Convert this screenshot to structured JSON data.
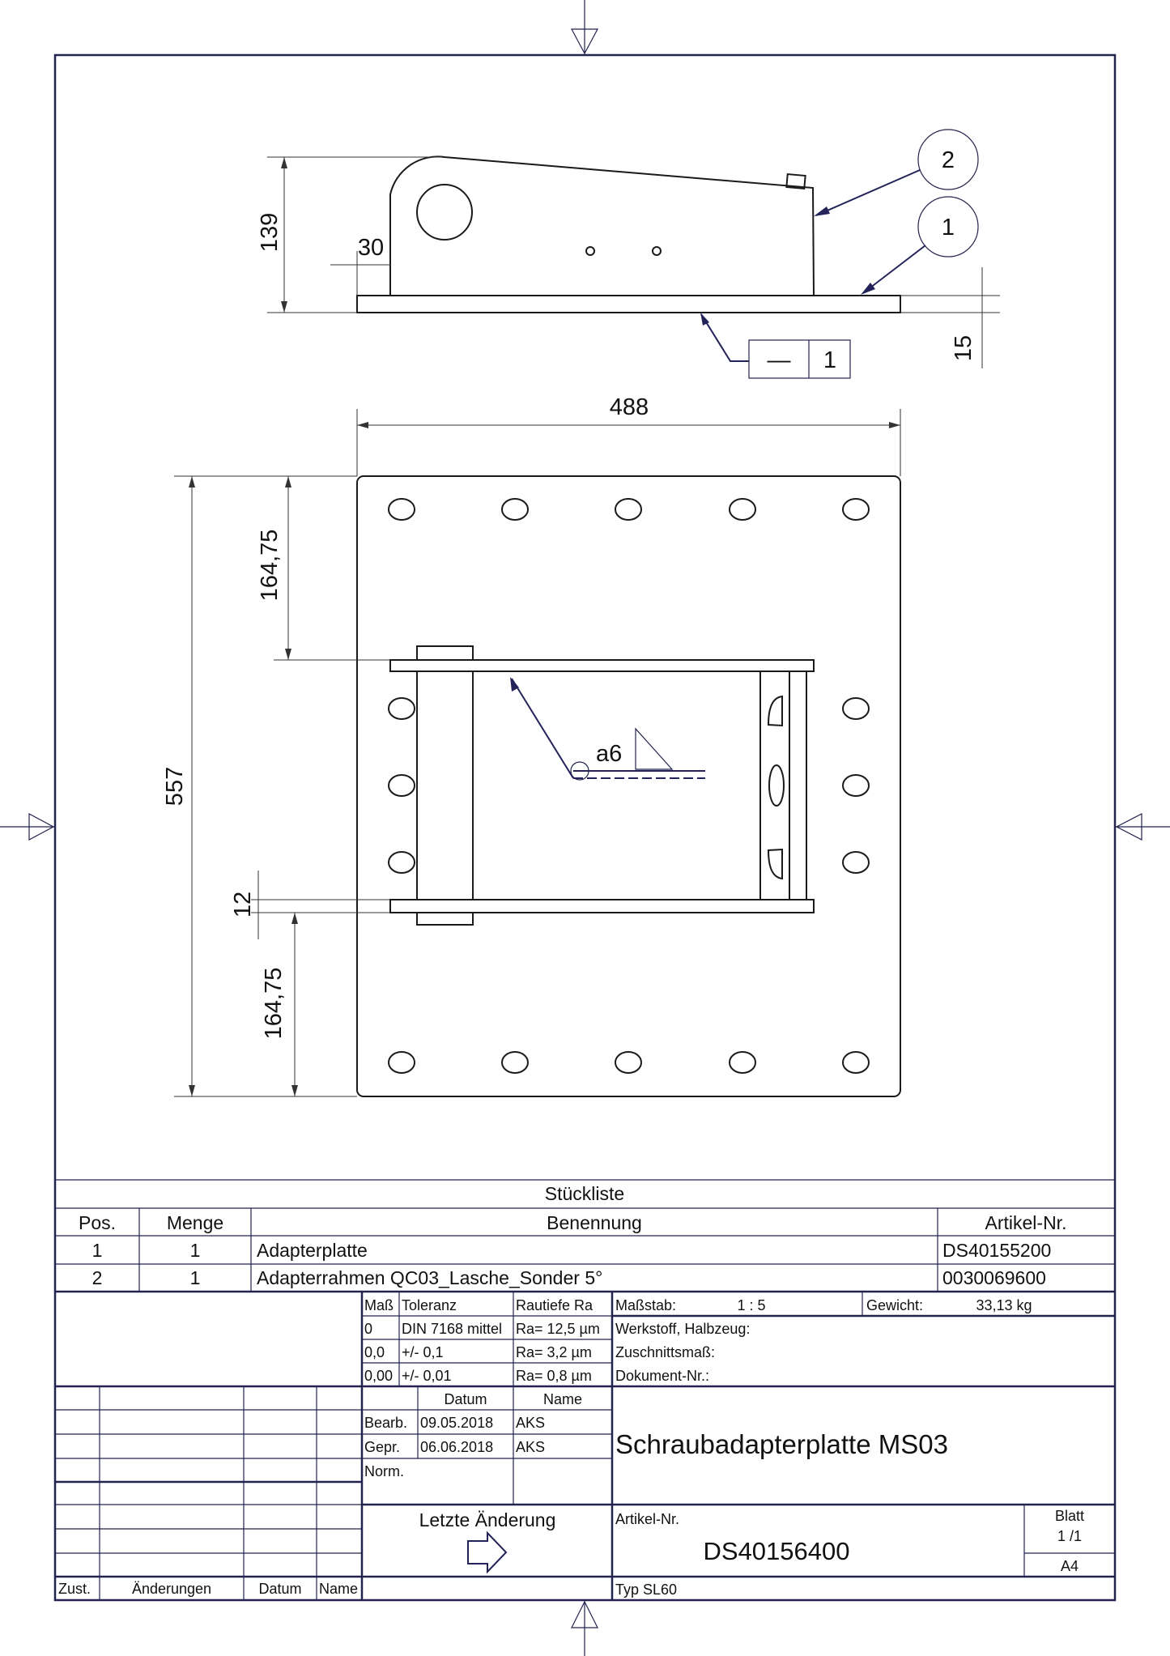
{
  "dimensions": {
    "side_height": "139",
    "side_offset": "30",
    "plate_thickness": "15",
    "plate_width": "488",
    "plate_height": "557",
    "top_distance": "164,75",
    "bottom_distance": "164,75",
    "bar_thickness": "12",
    "weld": "a6"
  },
  "balloons": [
    "2",
    "1"
  ],
  "flatness": {
    "symbol": "—",
    "value": "1"
  },
  "parts_list": {
    "title": "Stückliste",
    "headers": [
      "Pos.",
      "Menge",
      "Benennung",
      "Artikel-Nr."
    ],
    "rows": [
      {
        "pos": "1",
        "menge": "1",
        "benennung": "Adapterplatte",
        "artikel": "DS40155200"
      },
      {
        "pos": "2",
        "menge": "1",
        "benennung": "Adapterrahmen QC03_Lasche_Sonder 5°",
        "artikel": "0030069600"
      }
    ]
  },
  "tolerances": {
    "headers": [
      "Maß",
      "Toleranz",
      "Rautiefe Ra"
    ],
    "rows": [
      [
        "0",
        "DIN 7168 mittel",
        "Ra= 12,5 µm"
      ],
      [
        "0,0",
        "+/- 0,1",
        "Ra= 3,2 µm"
      ],
      [
        "0,00",
        "+/- 0,01",
        "Ra= 0,8 µm"
      ]
    ]
  },
  "info": {
    "scale_label": "Maßstab:",
    "scale": "1 : 5",
    "weight_label": "Gewicht:",
    "weight": "33,13 kg",
    "material_label": "Werkstoff, Halbzeug:",
    "cut_label": "Zuschnittsmaß:",
    "doc_label": "Dokument-Nr.:"
  },
  "approval": {
    "headers": [
      "Datum",
      "Name"
    ],
    "rows": [
      {
        "label": "Bearb.",
        "date": "09.05.2018",
        "name": "AKS"
      },
      {
        "label": "Gepr.",
        "date": "06.06.2018",
        "name": "AKS"
      },
      {
        "label": "Norm.",
        "date": "",
        "name": ""
      }
    ]
  },
  "revisions": {
    "headers": [
      "Zust.",
      "Änderungen",
      "Datum",
      "Name"
    ]
  },
  "last_change": "Letzte Änderung",
  "title": "Schraubadapterplatte MS03",
  "article_label": "Artikel-Nr.",
  "article_number": "DS40156400",
  "sheet_label": "Blatt",
  "sheet": "1 /1",
  "format": "A4",
  "type": "Typ  SL60"
}
